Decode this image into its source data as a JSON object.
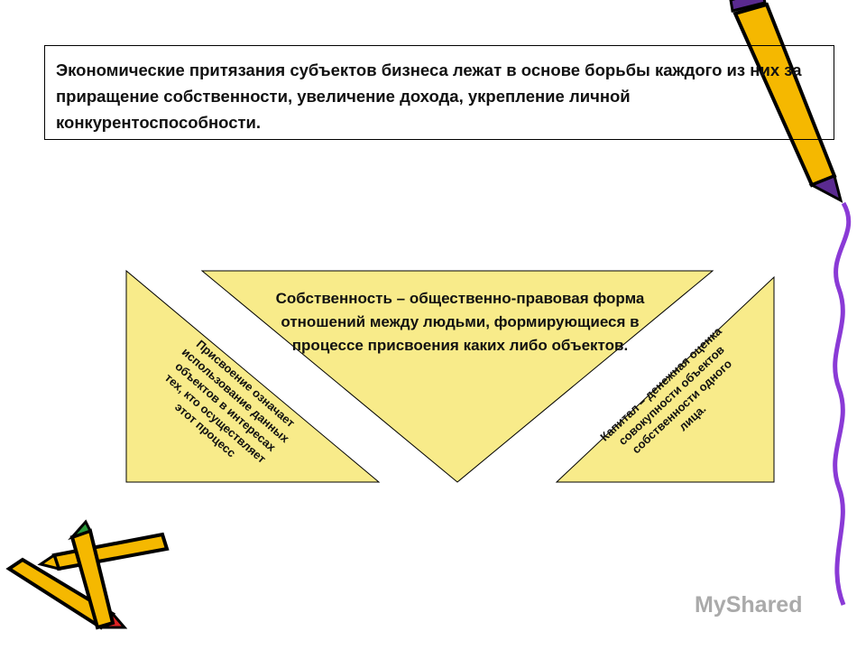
{
  "header": {
    "text": "Экономические притязания субъектов бизнеса лежат в основе борьбы каждого из них за приращение собственности, увеличение дохода, укрепление личной конкурентоспособности."
  },
  "diagram": {
    "center": "Собственность – общественно-правовая форма отношений между людьми, формирующиеся в процессе присвоения каких либо объектов.",
    "left": "Присвоение означает\nиспользование данных\nобъектов в интересах\nтех, кто осуществляет\nэтот процесс",
    "right": "Капитал – денежная оценка\nсовокупности объектов\nсобственности одного\nлица.",
    "fill_color": "#f8eb8a"
  },
  "watermark": "MyShared"
}
